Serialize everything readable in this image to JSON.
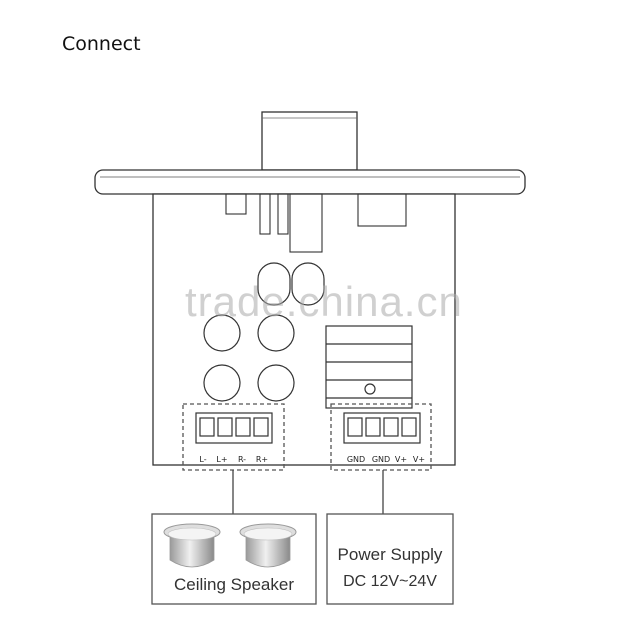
{
  "heading": "Connect",
  "watermark": "trade.china.cn",
  "speaker_terminal": {
    "pins": [
      "L-",
      "L+",
      "R-",
      "R+"
    ]
  },
  "power_terminal": {
    "pins": [
      "GND",
      "GND",
      "V+",
      "V+"
    ]
  },
  "speaker_box": {
    "label": "Ceiling Speaker",
    "icon": "ceiling-speaker-icon"
  },
  "power_box": {
    "title": "Power Supply",
    "range": "DC 12V~24V"
  }
}
